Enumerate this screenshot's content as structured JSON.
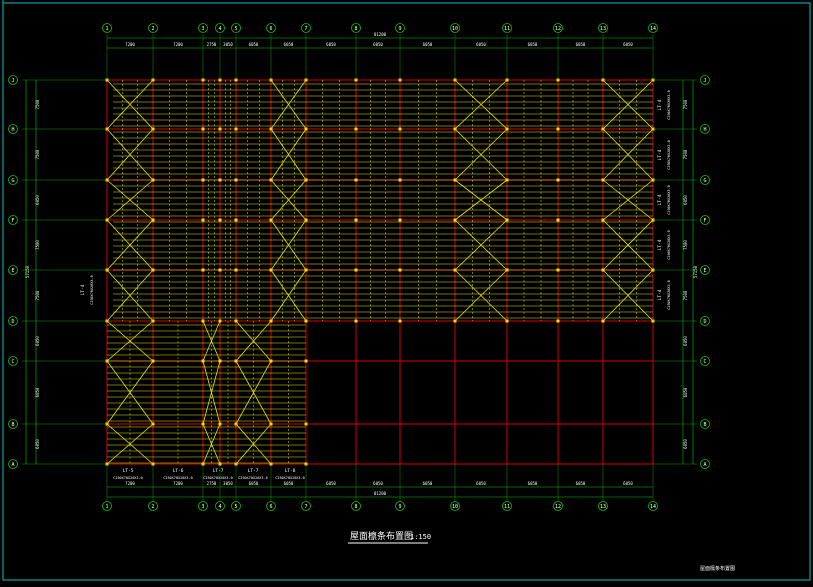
{
  "drawing": {
    "title": "屋面檩条布置图",
    "scale": "1:150",
    "title_block_text": "屋面檩条布置图"
  },
  "colors": {
    "background": "#000000",
    "frame": "#00c8c8",
    "grid_red": "#d80000",
    "purlin_yellow": "#e8e800",
    "dim_green": "#00c800",
    "text_white": "#ffffff"
  },
  "grid": {
    "columns": [
      "1",
      "2",
      "3",
      "4",
      "5",
      "6",
      "7",
      "8",
      "9",
      "10",
      "11",
      "12",
      "13",
      "14"
    ],
    "rows_right": [
      "J",
      "H",
      "G",
      "F",
      "E",
      "D",
      "C",
      "B",
      "A"
    ],
    "rows_left": [
      "J",
      "H",
      "G",
      "F",
      "E",
      "D",
      "C",
      "B",
      "A"
    ]
  },
  "dimensions": {
    "top_overall": "81200",
    "top_spans": [
      "7200",
      "7200",
      "2750",
      "3050",
      "6050",
      "6050",
      "6050",
      "6050",
      "6050",
      "6050",
      "6050",
      "6050",
      "6050"
    ],
    "bottom_overall": "81200",
    "bottom_spans": [
      "7200",
      "7200",
      "2750",
      "3050",
      "6050",
      "6050",
      "6050",
      "6050",
      "6050",
      "6050",
      "6050",
      "6050",
      "6050"
    ],
    "left_spans": [
      "7500",
      "7500",
      "6050",
      "7500",
      "7500",
      "6050",
      "6050",
      "6050"
    ],
    "right_spans": [
      "7500",
      "7500",
      "6050",
      "7500",
      "7500",
      "6050",
      "6050",
      "6050"
    ],
    "left_overall": "57150",
    "right_overall": "57150"
  },
  "labels": {
    "lt_right": [
      "LT-4",
      "LT-4",
      "LT-4",
      "LT-4",
      "LT-4"
    ],
    "lt_right_sub": "C250X70X20X3.0",
    "lt_left": "LT-4",
    "lt_left_sub": "C250X70X20X3.0",
    "lt_bottom": [
      "LT-5",
      "LT-6",
      "LT-7",
      "LT-7",
      "LT-8"
    ],
    "lt_bottom_sub": "C250X70X20X3.0"
  }
}
